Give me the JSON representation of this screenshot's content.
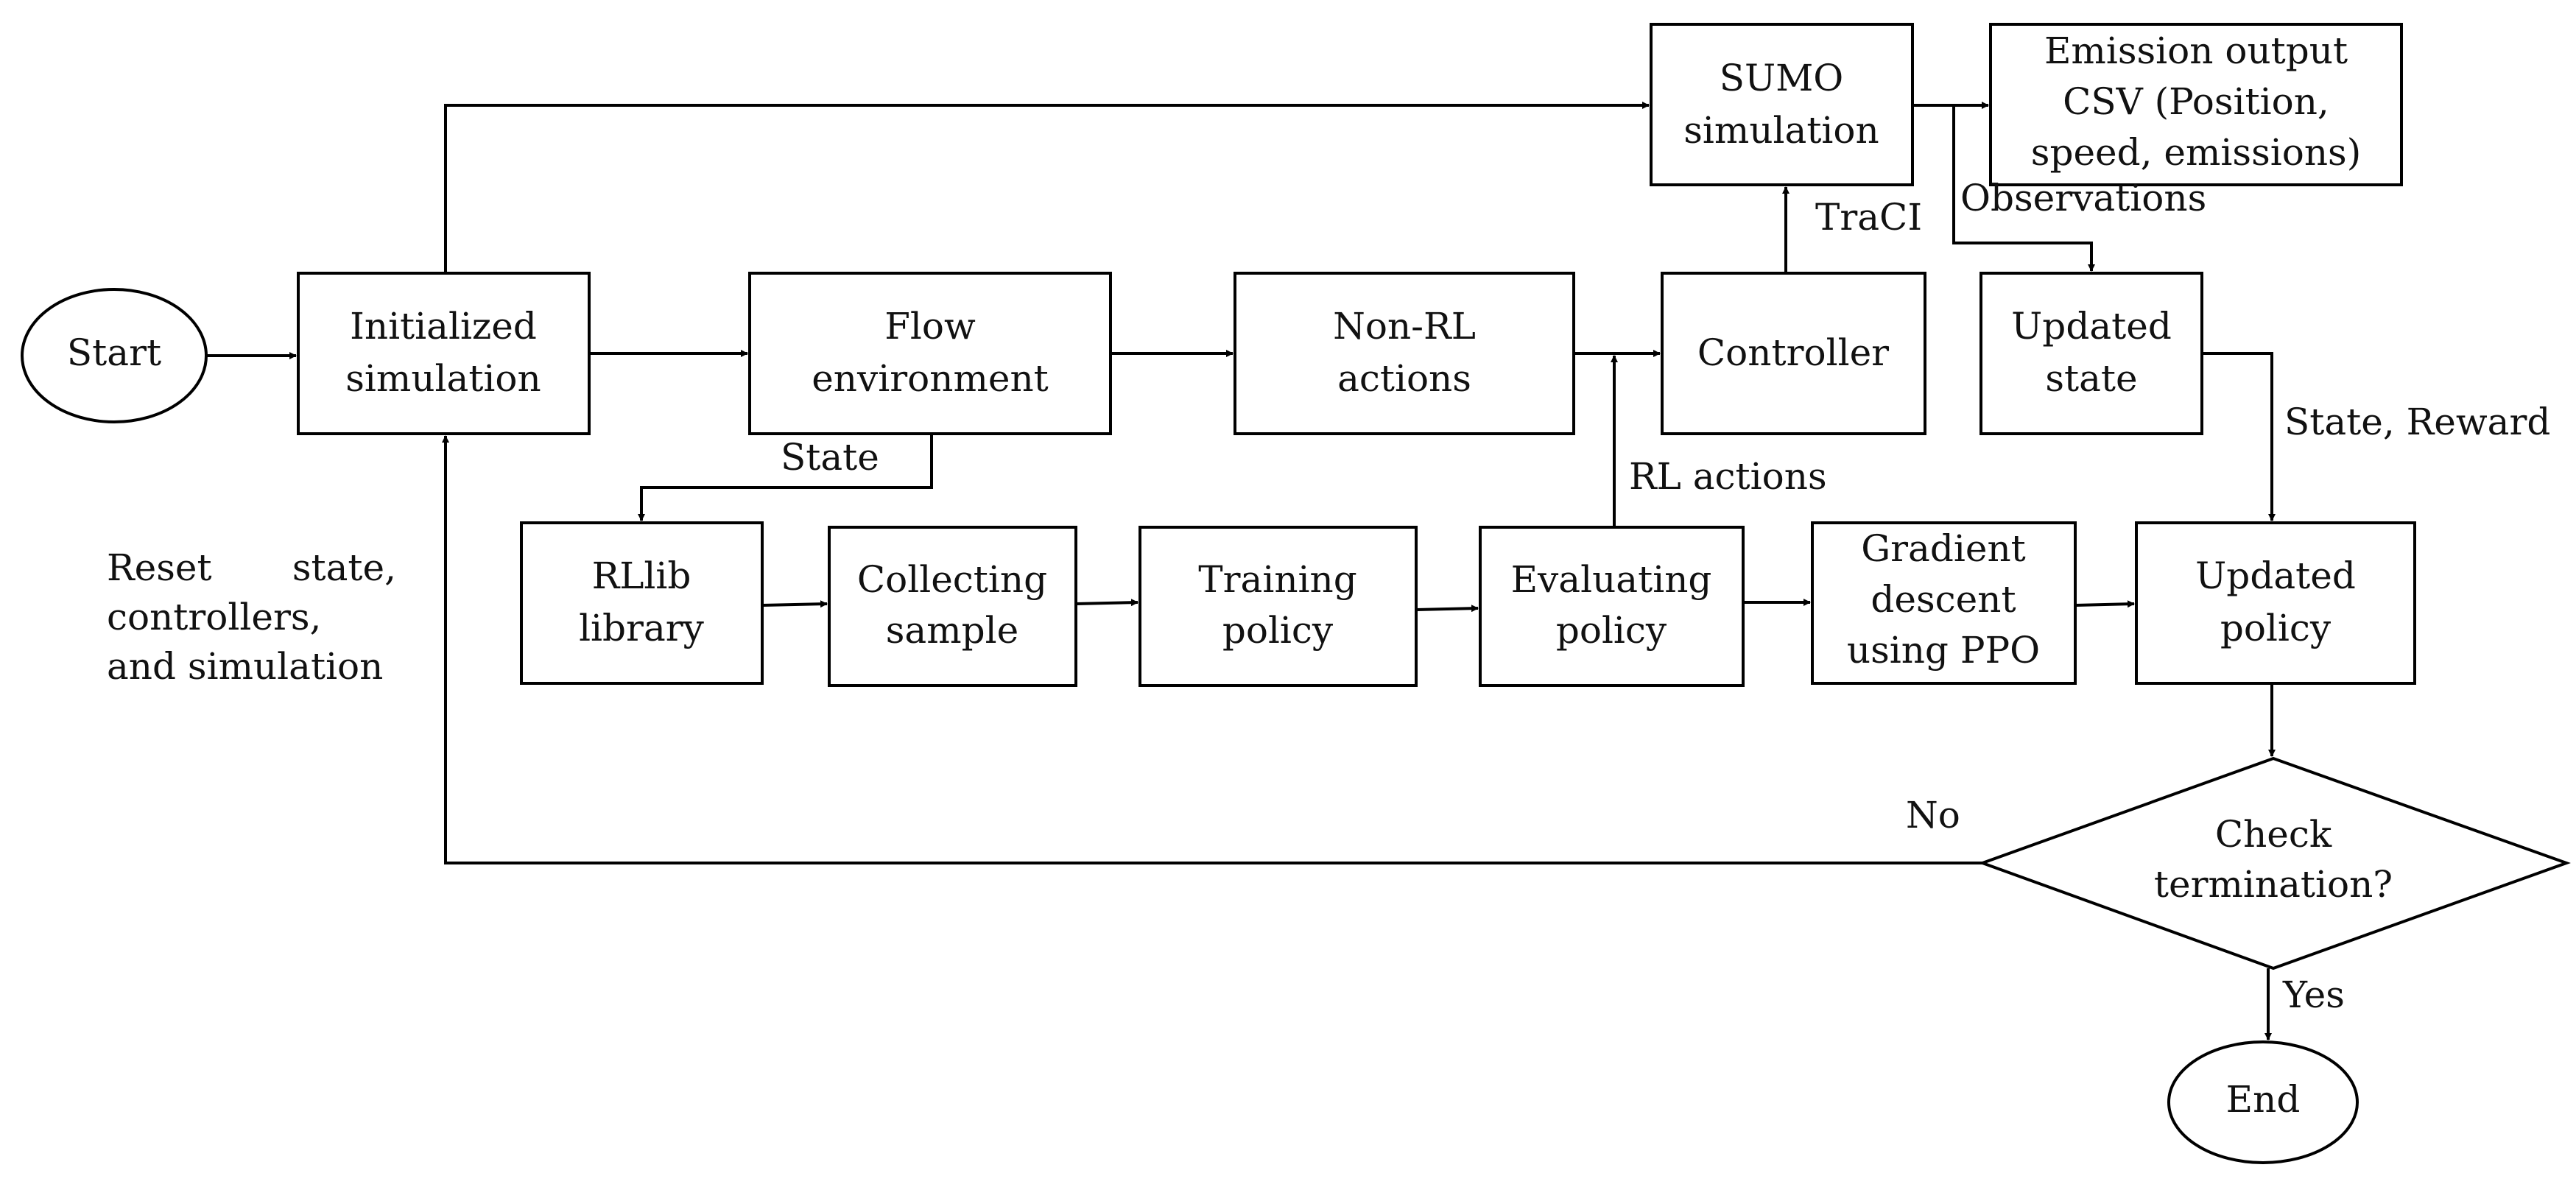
{
  "nodes": {
    "start": {
      "label": "Start"
    },
    "init_sim": {
      "line1": "Initialized",
      "line2": "simulation"
    },
    "flow_env": {
      "line1": "Flow",
      "line2": "environment"
    },
    "non_rl": {
      "line1": "Non-RL",
      "line2": "actions"
    },
    "controller": {
      "label": "Controller"
    },
    "sumo": {
      "line1": "SUMO",
      "line2": "simulation"
    },
    "emission": {
      "line1": "Emission output",
      "line2": "CSV (Position,",
      "line3": "speed, emissions)"
    },
    "updated_state": {
      "line1": "Updated",
      "line2": "state"
    },
    "rllib": {
      "line1": "RLlib",
      "line2": "library"
    },
    "collecting": {
      "line1": "Collecting",
      "line2": "sample"
    },
    "training": {
      "line1": "Training",
      "line2": "policy"
    },
    "evaluating": {
      "line1": "Evaluating",
      "line2": "policy"
    },
    "gradient": {
      "line1": "Gradient",
      "line2": "descent",
      "line3": "using PPO"
    },
    "updated_policy": {
      "line1": "Updated",
      "line2": "policy"
    },
    "check": {
      "line1": "Check",
      "line2": "termination?"
    },
    "end": {
      "label": "End"
    }
  },
  "edge_labels": {
    "state": "State",
    "traci": "TraCI",
    "observations": "Observations",
    "state_reward": "State, Reward",
    "rl_actions": "RL actions",
    "no": "No",
    "yes": "Yes"
  },
  "reset_note": {
    "line1_a": "Reset",
    "line1_b": "state,",
    "line2": "controllers,",
    "line3": "and simulation"
  }
}
